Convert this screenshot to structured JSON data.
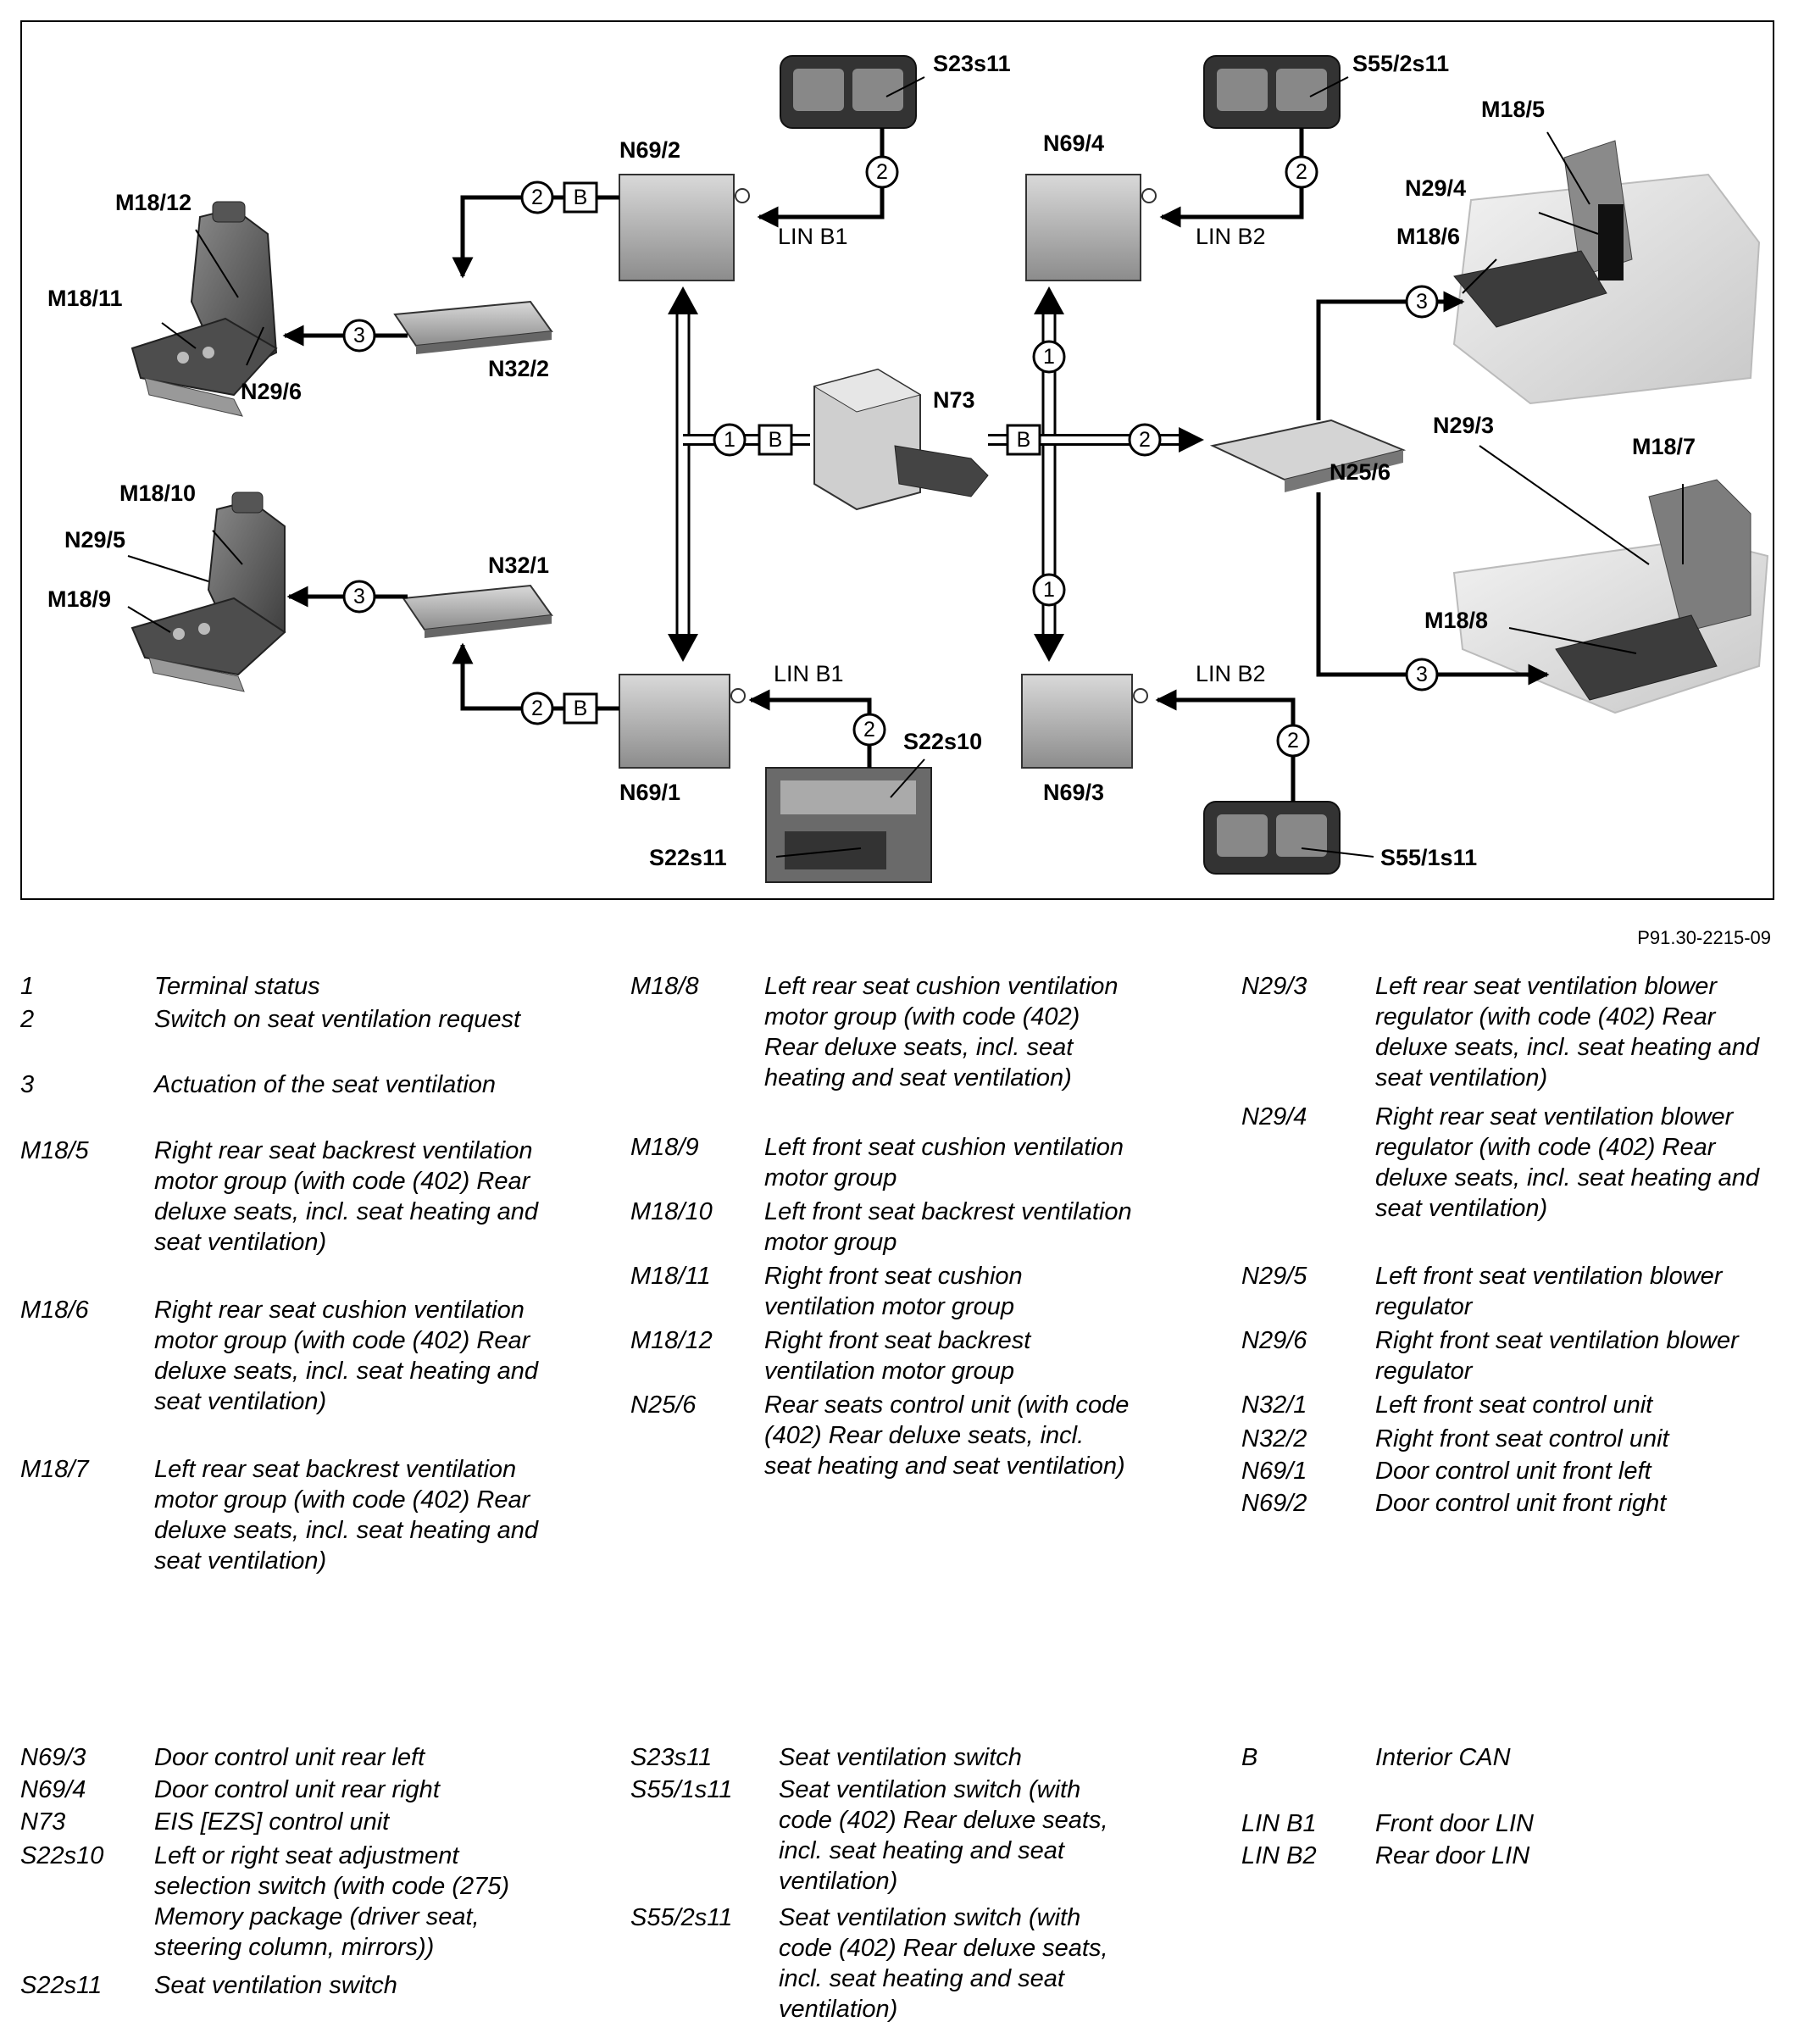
{
  "figure_id": "P91.30-2215-09",
  "labels": {
    "M18_12": "M18/12",
    "M18_11": "M18/11",
    "N29_6": "N29/6",
    "N32_2": "N32/2",
    "N69_2": "N69/2",
    "S23s11": "S23s11",
    "LIN_B1_top": "LIN B1",
    "N69_4": "N69/4",
    "S55_2s11": "S55/2s11",
    "LIN_B2_top": "LIN B2",
    "M18_5": "M18/5",
    "N29_4": "N29/4",
    "M18_6": "M18/6",
    "N73": "N73",
    "N25_6": "N25/6",
    "N29_3": "N29/3",
    "M18_7": "M18/7",
    "M18_10": "M18/10",
    "N29_5": "N29/5",
    "M18_9": "M18/9",
    "N32_1": "N32/1",
    "LIN_B1_bot": "LIN B1",
    "S22s10": "S22s10",
    "N69_1": "N69/1",
    "S22s11": "S22s11",
    "N69_3": "N69/3",
    "LIN_B2_bot": "LIN B2",
    "S55_1s11": "S55/1s11",
    "M18_8": "M18/8",
    "B": "B",
    "n1": "1",
    "n2": "2",
    "n3": "3"
  },
  "legend": [
    {
      "code": "1",
      "desc": "Terminal status"
    },
    {
      "code": "2",
      "desc": "Switch on seat ventilation request"
    },
    {
      "code": "3",
      "desc": "Actuation of the seat ventilation"
    },
    {
      "code": "M18/5",
      "desc": "Right rear seat backrest ventilation motor group (with code (402) Rear deluxe seats, incl. seat heating and seat ventilation)"
    },
    {
      "code": "M18/6",
      "desc": "Right rear seat cushion ventilation motor group (with code (402) Rear deluxe seats, incl. seat heating and seat ventilation)"
    },
    {
      "code": "M18/7",
      "desc": "Left rear seat backrest ventilation motor group (with code (402) Rear deluxe seats, incl. seat heating and seat ventilation)"
    },
    {
      "code": "M18/8",
      "desc": "Left rear seat cushion ventilation motor group (with code (402) Rear deluxe seats, incl. seat heating and seat ventilation)"
    },
    {
      "code": "M18/9",
      "desc": "Left front seat cushion ventilation motor group"
    },
    {
      "code": "M18/10",
      "desc": "Left front seat backrest ventilation motor group"
    },
    {
      "code": "M18/11",
      "desc": "Right front seat cushion ventilation motor group"
    },
    {
      "code": "M18/12",
      "desc": "Right front seat backrest ventilation motor group"
    },
    {
      "code": "N25/6",
      "desc": "Rear seats control unit (with code (402) Rear deluxe seats, incl. seat heating and seat ventilation)"
    },
    {
      "code": "N29/3",
      "desc": "Left rear seat ventilation blower regulator (with code (402) Rear deluxe seats, incl. seat heating and seat ventilation)"
    },
    {
      "code": "N29/4",
      "desc": "Right rear seat ventilation blower regulator (with code (402) Rear deluxe seats, incl. seat heating and seat ventilation)"
    },
    {
      "code": "N29/5",
      "desc": "Left front seat ventilation blower regulator"
    },
    {
      "code": "N29/6",
      "desc": "Right front seat ventilation blower regulator"
    },
    {
      "code": "N32/1",
      "desc": "Left front seat control unit"
    },
    {
      "code": "N32/2",
      "desc": "Right front seat control unit"
    },
    {
      "code": "N69/1",
      "desc": "Door control unit front left"
    },
    {
      "code": "N69/2",
      "desc": "Door control unit front right"
    },
    {
      "code": "N69/3",
      "desc": "Door control unit rear left"
    },
    {
      "code": "N69/4",
      "desc": "Door control unit rear right"
    },
    {
      "code": "N73",
      "desc": "EIS [EZS] control unit"
    },
    {
      "code": "S22s10",
      "desc": "Left or right seat adjustment selection switch (with code (275) Memory package (driver seat, steering column, mirrors))"
    },
    {
      "code": "S22s11",
      "desc": "Seat ventilation switch"
    },
    {
      "code": "S23s11",
      "desc": "Seat ventilation switch"
    },
    {
      "code": "S55/1s11",
      "desc": "Seat ventilation switch (with code (402) Rear deluxe seats, incl. seat heating and seat ventilation)"
    },
    {
      "code": "S55/2s11",
      "desc": "Seat ventilation switch (with code (402) Rear deluxe seats, incl. seat heating and seat ventilation)"
    },
    {
      "code": "B",
      "desc": "Interior CAN"
    },
    {
      "code": "LIN B1",
      "desc": "Front door LIN"
    },
    {
      "code": "LIN B2",
      "desc": "Rear door LIN"
    }
  ]
}
